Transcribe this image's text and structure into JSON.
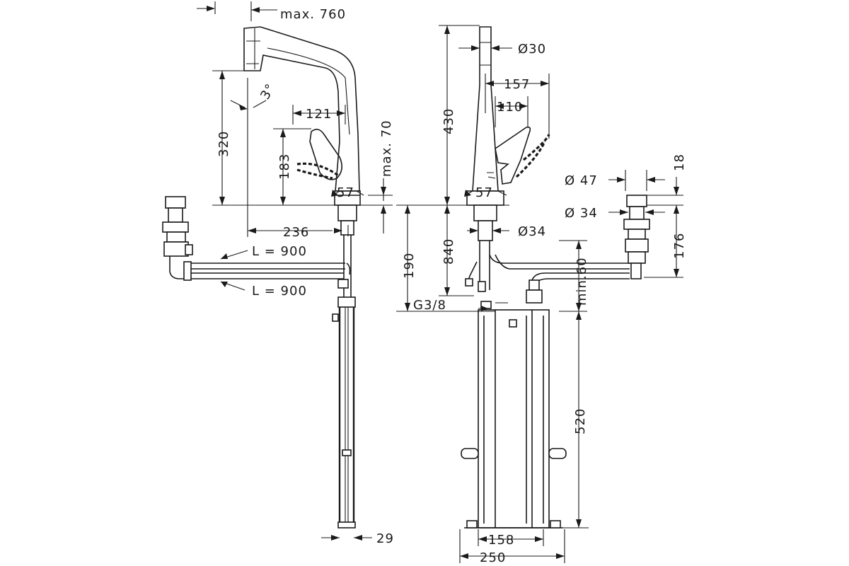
{
  "dimensions": {
    "max_reach": "max. 760",
    "spout_height": "320",
    "spout_angle": "3°",
    "lever_reach": "121",
    "lever_height": "183",
    "lever_clearance": "max. 70",
    "body_angle_left": "57",
    "hole_offset": "236",
    "hose_length_1": "L = 900",
    "hose_length_2": "L = 900",
    "hose_diameter": "29",
    "top_diameter": "Ø30",
    "total_height": "430",
    "lever_swing_157": "157",
    "lever_swing_110": "110",
    "body_angle_right": "57",
    "below_deck_190": "190",
    "below_deck_840": "840",
    "shank_diameter": "Ø34",
    "connection_thread": "G3/8",
    "valve_outer_diameter": "Ø 47",
    "valve_top": "18",
    "valve_inner_diameter": "Ø 34",
    "valve_height": "176",
    "min_distance": "min.60",
    "box_height": "520",
    "box_inner_width": "158",
    "box_outer_width": "250"
  }
}
